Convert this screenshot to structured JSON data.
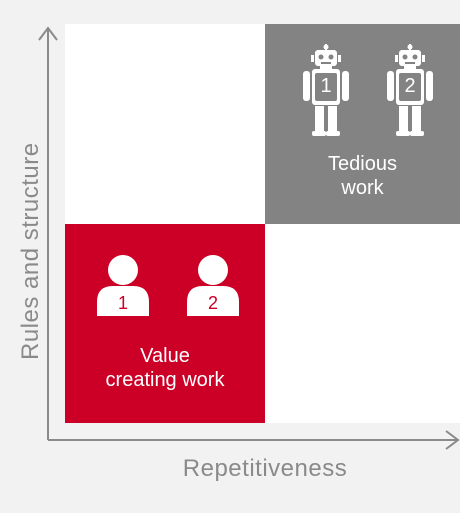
{
  "axes": {
    "x_label": "Repetitiveness",
    "y_label": "Rules and structure"
  },
  "quadrants": {
    "top_left": {
      "label": ""
    },
    "top_right": {
      "label_line1": "Tedious",
      "label_line2": "work",
      "icons": [
        {
          "name": "robot-icon",
          "number": "1"
        },
        {
          "name": "robot-icon",
          "number": "2"
        }
      ],
      "color": "#838383"
    },
    "bottom_left": {
      "label_line1": "Value",
      "label_line2": "creating work",
      "icons": [
        {
          "name": "person-icon",
          "number": "1"
        },
        {
          "name": "person-icon",
          "number": "2"
        }
      ],
      "color": "#cc0027"
    },
    "bottom_right": {
      "label": ""
    }
  },
  "colors": {
    "axis": "#8a8a8a",
    "background": "#f2f2f2"
  }
}
